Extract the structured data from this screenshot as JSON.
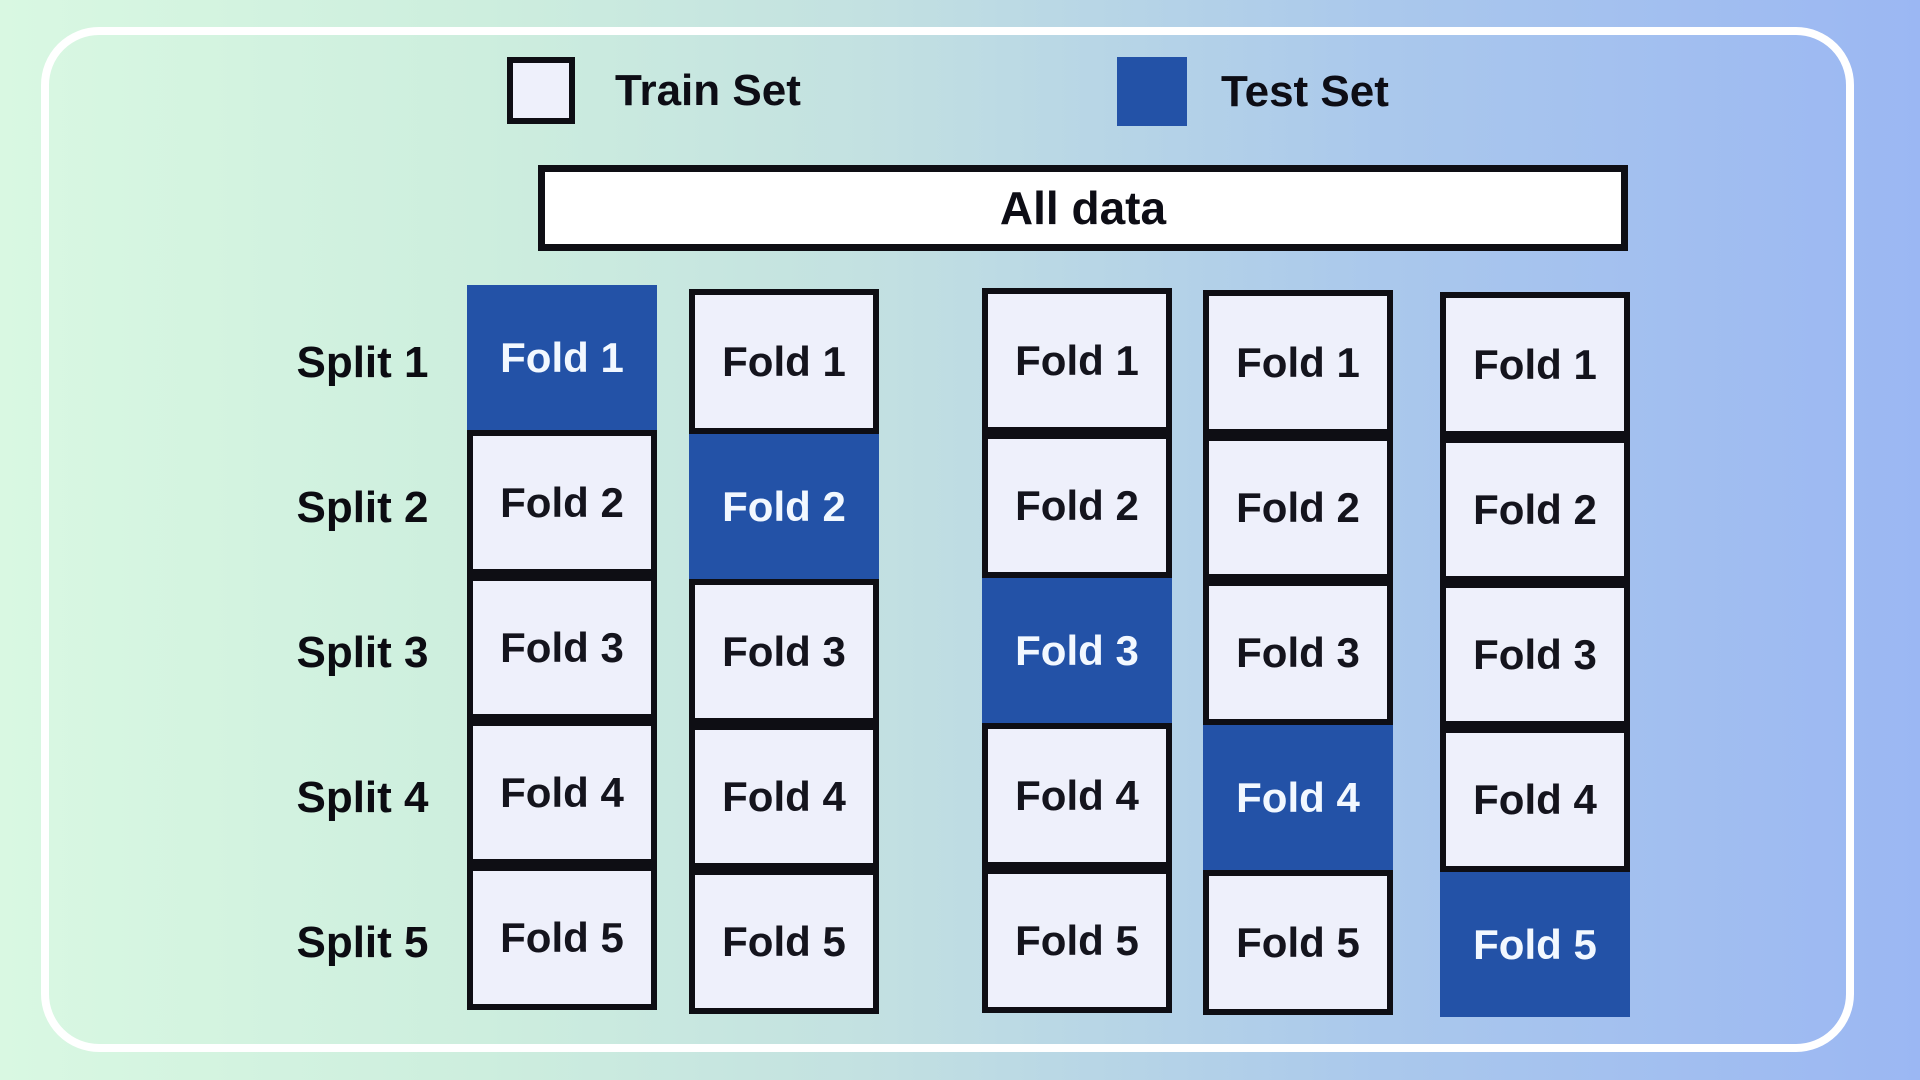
{
  "legend": {
    "train_label": "Train Set",
    "test_label": "Test Set"
  },
  "all_data_label": "All data",
  "split_labels": [
    "Split 1",
    "Split 2",
    "Split 3",
    "Split 4",
    "Split 5"
  ],
  "columns": [
    {
      "folds": [
        {
          "label": "Fold 1",
          "set": "test"
        },
        {
          "label": "Fold 2",
          "set": "train"
        },
        {
          "label": "Fold 3",
          "set": "train"
        },
        {
          "label": "Fold 4",
          "set": "train"
        },
        {
          "label": "Fold 5",
          "set": "train"
        }
      ]
    },
    {
      "folds": [
        {
          "label": "Fold 1",
          "set": "train"
        },
        {
          "label": "Fold 2",
          "set": "test"
        },
        {
          "label": "Fold 3",
          "set": "train"
        },
        {
          "label": "Fold 4",
          "set": "train"
        },
        {
          "label": "Fold 5",
          "set": "train"
        }
      ]
    },
    {
      "folds": [
        {
          "label": "Fold 1",
          "set": "train"
        },
        {
          "label": "Fold 2",
          "set": "train"
        },
        {
          "label": "Fold 3",
          "set": "test"
        },
        {
          "label": "Fold 4",
          "set": "train"
        },
        {
          "label": "Fold 5",
          "set": "train"
        }
      ]
    },
    {
      "folds": [
        {
          "label": "Fold 1",
          "set": "train"
        },
        {
          "label": "Fold 2",
          "set": "train"
        },
        {
          "label": "Fold 3",
          "set": "train"
        },
        {
          "label": "Fold 4",
          "set": "test"
        },
        {
          "label": "Fold 5",
          "set": "train"
        }
      ]
    },
    {
      "folds": [
        {
          "label": "Fold 1",
          "set": "train"
        },
        {
          "label": "Fold 2",
          "set": "train"
        },
        {
          "label": "Fold 3",
          "set": "train"
        },
        {
          "label": "Fold 4",
          "set": "train"
        },
        {
          "label": "Fold 5",
          "set": "test"
        }
      ]
    }
  ],
  "colors": {
    "train_fill": "#eef0fb",
    "test_fill": "#2352a7",
    "box_border": "#0e0e14",
    "background_left": "#d9f8e2",
    "background_right": "#9bb7f3"
  }
}
